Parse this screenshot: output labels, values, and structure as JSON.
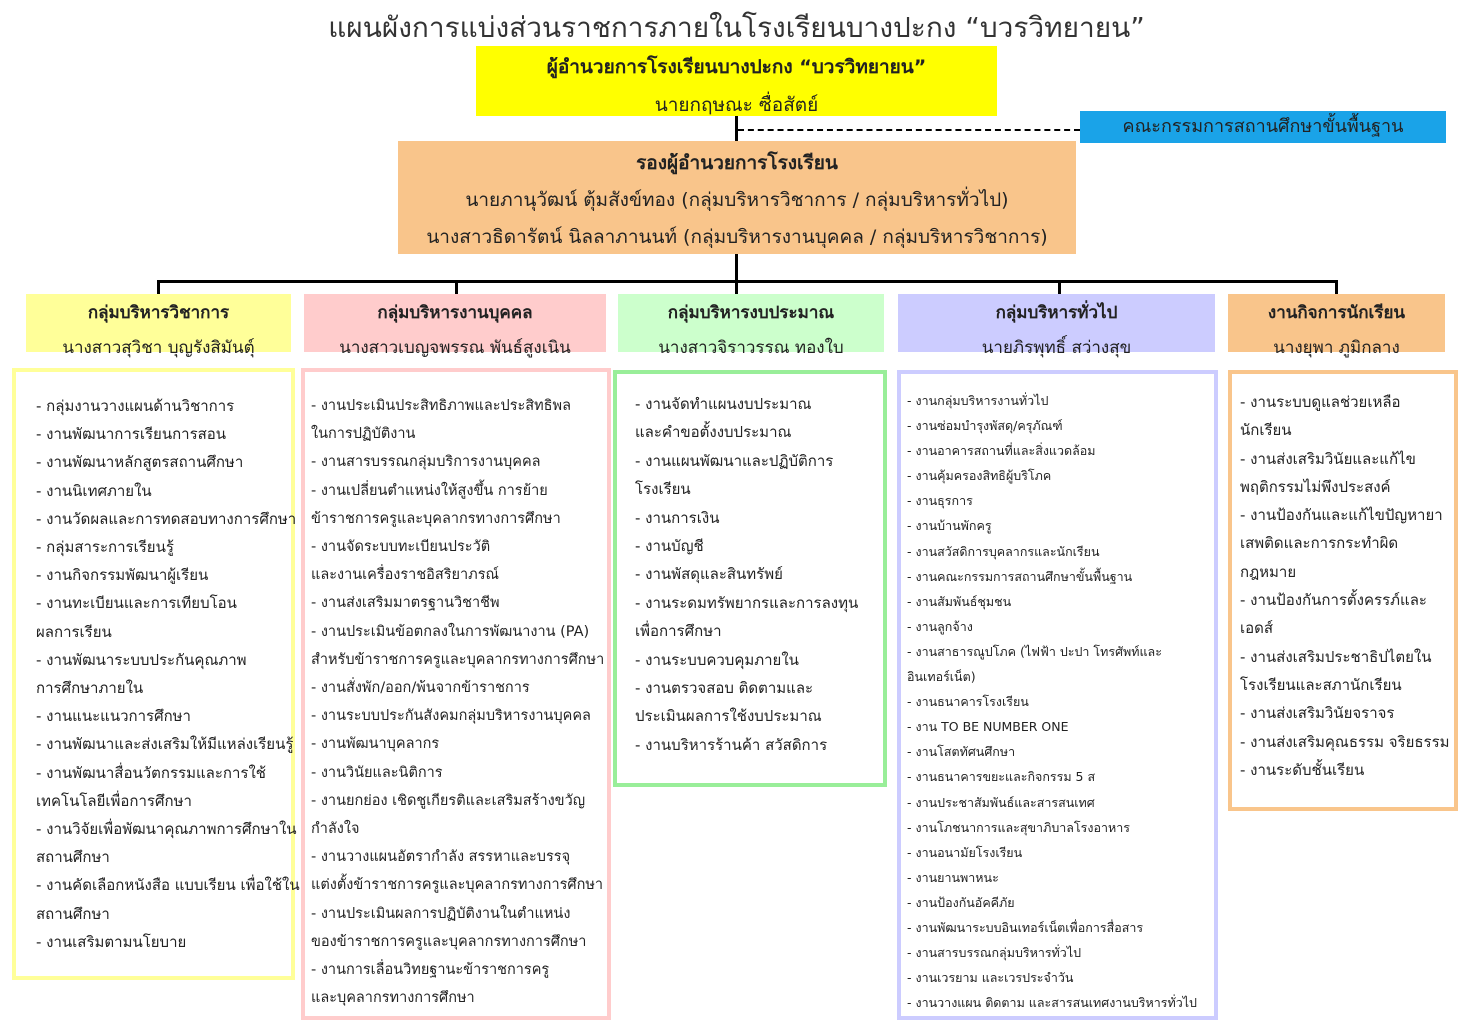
{
  "title": "แผนผังการแบ่งส่วนราชการภายในโรงเรียนบางปะกง “บวรวิทยายน”",
  "director": {
    "title": "ผู้อำนวยการโรงเรียนบางปะกง “บวรวิทยายน”",
    "name": "นายกฤษณะ  ซื่อสัตย์"
  },
  "committee": "คณะกรรมการสถานศึกษาขั้นพื้นฐาน",
  "deputy": {
    "title": "รองผู้อำนวยการโรงเรียน",
    "line1": "นายภานุวัฒน์  ตุ้มสังข์ทอง (กลุ่มบริหารวิชาการ / กลุ่มบริหารทั่วไป)",
    "line2": "นางสาวธิดารัตน์  นิลลาภานนท์ (กลุ่มบริหารงานบุคคล / กลุ่มบริหารวิชาการ)"
  },
  "colors": {
    "director": "#ffff00",
    "committee": "#1aa3e8",
    "deputy": "#f9c58b",
    "academic": "#ffff99",
    "personnel": "#ffcccc",
    "budget": "#ccffcc",
    "general": "#ccccff",
    "student": "#f9c58b"
  },
  "groups": [
    {
      "name": "กลุ่มบริหารวิชาการ",
      "head": "นางสาวสุวิชา บุญรังสิมันตุ์",
      "items": [
        "- กลุ่มงานวางแผนด้านวิชาการ",
        "- งานพัฒนาการเรียนการสอน",
        "- งานพัฒนาหลักสูตรสถานศึกษา",
        "- งานนิเทศภายใน",
        "- งานวัดผลและการทดสอบทางการศึกษา",
        "- กลุ่มสาระการเรียนรู้",
        "- งานกิจกรรมพัฒนาผู้เรียน",
        "- งานทะเบียนและการเทียบโอน",
        "ผลการเรียน",
        "- งานพัฒนาระบบประกันคุณภาพ",
        "การศึกษาภายใน",
        "- งานแนะแนวการศึกษา",
        "- งานพัฒนาและส่งเสริมให้มีแหล่งเรียนรู้",
        "- งานพัฒนาสื่อนวัตกรรมและการใช้",
        "เทคโนโลยีเพื่อการศึกษา",
        "- งานวิจัยเพื่อพัฒนาคุณภาพการศึกษาใน",
        "สถานศึกษา",
        "- งานคัดเลือกหนังสือ แบบเรียน เพื่อใช้ใน",
        "สถานศึกษา",
        "- งานเสริมตามนโยบาย"
      ]
    },
    {
      "name": "กลุ่มบริหารงานบุคคล",
      "head": "นางสาวเบญจพรรณ พันธ์สูงเนิน",
      "items": [
        "- งานประเมินประสิทธิภาพและประสิทธิพล",
        "ในการปฏิบัติงาน",
        "- งานสารบรรณกลุ่มบริการงานบุคคล",
        "- งานเปลี่ยนตำแหน่งให้สูงขึ้น การย้าย",
        "ข้าราชการครูและบุคลากรทางการศึกษา",
        "- งานจัดระบบทะเบียนประวัติ",
        "และงานเครื่องราชอิสริยาภรณ์",
        "- งานส่งเสริมมาตรฐานวิชาชีพ",
        "- งานประเมินข้อตกลงในการพัฒนางาน (PA)",
        "สำหรับข้าราชการครูและบุคลากรทางการศึกษา",
        "- งานสั่งพัก/ออก/พ้นจากข้าราชการ",
        "- งานระบบประกันสังคมกลุ่มบริหารงานบุคคล",
        "- งานพัฒนาบุคลากร",
        "- งานวินัยและนิติการ",
        "- งานยกย่อง เชิดชูเกียรติและเสริมสร้างขวัญ",
        "กำลังใจ",
        "- งานวางแผนอัตรากำลัง สรรหาและบรรจุ",
        "แต่งตั้งข้าราชการครูและบุคลากรทางการศึกษา",
        "- งานประเมินผลการปฏิบัติงานในตำแหน่ง",
        "ของข้าราชการครูและบุคลากรทางการศึกษา",
        "- งานการเลื่อนวิทยฐานะข้าราชการครู",
        "และบุคลากรทางการศึกษา"
      ]
    },
    {
      "name": "กลุ่มบริหารงบประมาณ",
      "head": "นางสาวจิราวรรณ ทองใบ",
      "items": [
        "- งานจัดทำแผนงบประมาณ",
        "และคำขอตั้งงบประมาณ",
        "- งานแผนพัฒนาและปฏิบัติการ",
        "โรงเรียน",
        "- งานการเงิน",
        "- งานบัญชี",
        "- งานพัสดุและสินทรัพย์",
        "- งานระดมทรัพยากรและการลงทุน",
        "เพื่อการศึกษา",
        "- งานระบบควบคุมภายใน",
        "- งานตรวจสอบ ติดตามและ",
        "ประเมินผลการใช้งบประมาณ",
        "- งานบริหารร้านค้า สวัสดิการ"
      ]
    },
    {
      "name": "กลุ่มบริหารทั่วไป",
      "head": "นายภิรพุทธิ์ สว่างสุข",
      "items": [
        "- งานกลุ่มบริหารงานทั่วไป",
        "- งานซ่อมบำรุงพัสดุ/ครุภัณฑ์",
        "- งานอาคารสถานที่และสิ่งแวดล้อม",
        "- งานคุ้มครองสิทธิผู้บริโภค",
        "- งานธุรการ",
        "- งานบ้านพักครู",
        "- งานสวัสดิการบุคลากรและนักเรียน",
        "- งานคณะกรรมการสถานศึกษาขั้นพื้นฐาน",
        "- งานสัมพันธ์ชุมชน",
        "- งานลูกจ้าง",
        "- งานสาธารณูปโภค (ไฟฟ้า ปะปา โทรศัพท์และ",
        "อินเทอร์เน็ต)",
        "- งานธนาคารโรงเรียน",
        "- งาน TO BE NUMBER ONE",
        "- งานโสตทัศนศึกษา",
        "- งานธนาคารขยะและกิจกรรม 5 ส",
        "- งานประชาสัมพันธ์และสารสนเทศ",
        "- งานโภชนาการและสุขาภิบาลโรงอาหาร",
        "- งานอนามัยโรงเรียน",
        "- งานยานพาหนะ",
        "- งานป้องกันอัคคีภัย",
        "- งานพัฒนาระบบอินเทอร์เน็ตเพื่อการสื่อสาร",
        "- งานสารบรรณกลุ่มบริหารทั่วไป",
        "- งานเวรยาม และเวรประจำวัน",
        "- งานวางแผน ติดตาม และสารสนเทศงานบริหารทั่วไป"
      ]
    },
    {
      "name": "งานกิจการนักเรียน",
      "head": "นางยุพา ภูมิกลาง",
      "items": [
        "- งานระบบดูแลช่วยเหลือ",
        "นักเรียน",
        "- งานส่งเสริมวินัยและแก้ไข",
        "พฤติกรรมไม่พึงประสงค์",
        "- งานป้องกันและแก้ไขปัญหายา",
        "เสพติดและการกระทำผิด",
        "กฎหมาย",
        "- งานป้องกันการตั้งครรภ์และ",
        "เอดส์",
        "- งานส่งเสริมประชาธิปไตยใน",
        "โรงเรียนและสภานักเรียน",
        "- งานส่งเสริมวินัยจราจร",
        "- งานส่งเสริมคุณธรรม จริยธรรม",
        "- งานระดับชั้นเรียน"
      ]
    }
  ]
}
